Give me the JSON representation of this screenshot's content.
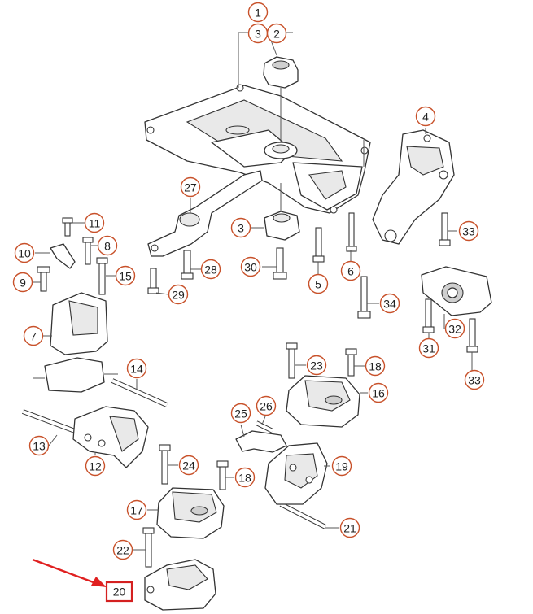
{
  "callouts": [
    {
      "id": "c1",
      "label": "1"
    },
    {
      "id": "c3a",
      "label": "3"
    },
    {
      "id": "c2",
      "label": "2"
    },
    {
      "id": "c4",
      "label": "4"
    },
    {
      "id": "c27",
      "label": "27"
    },
    {
      "id": "c11",
      "label": "11"
    },
    {
      "id": "c8",
      "label": "8"
    },
    {
      "id": "c10",
      "label": "10"
    },
    {
      "id": "c9",
      "label": "9"
    },
    {
      "id": "c15",
      "label": "15"
    },
    {
      "id": "c3b",
      "label": "3"
    },
    {
      "id": "c33a",
      "label": "33"
    },
    {
      "id": "c28",
      "label": "28"
    },
    {
      "id": "c30",
      "label": "30"
    },
    {
      "id": "c6",
      "label": "6"
    },
    {
      "id": "c5",
      "label": "5"
    },
    {
      "id": "c29",
      "label": "29"
    },
    {
      "id": "c34",
      "label": "34"
    },
    {
      "id": "c7",
      "label": "7"
    },
    {
      "id": "c32",
      "label": "32"
    },
    {
      "id": "c31",
      "label": "31"
    },
    {
      "id": "c23",
      "label": "23"
    },
    {
      "id": "c18a",
      "label": "18"
    },
    {
      "id": "c14",
      "label": "14"
    },
    {
      "id": "c33b",
      "label": "33"
    },
    {
      "id": "c16",
      "label": "16"
    },
    {
      "id": "c25",
      "label": "25"
    },
    {
      "id": "c26",
      "label": "26"
    },
    {
      "id": "c13",
      "label": "13"
    },
    {
      "id": "c12",
      "label": "12"
    },
    {
      "id": "c24",
      "label": "24"
    },
    {
      "id": "c19",
      "label": "19"
    },
    {
      "id": "c18b",
      "label": "18"
    },
    {
      "id": "c17",
      "label": "17"
    },
    {
      "id": "c21",
      "label": "21"
    },
    {
      "id": "c22",
      "label": "22"
    }
  ],
  "highlighted_callout": {
    "label": "20"
  },
  "colors": {
    "callout_stroke": "#c8512a",
    "highlight_stroke": "#d42020",
    "arrow": "#e02020",
    "line_art": "#333333"
  }
}
